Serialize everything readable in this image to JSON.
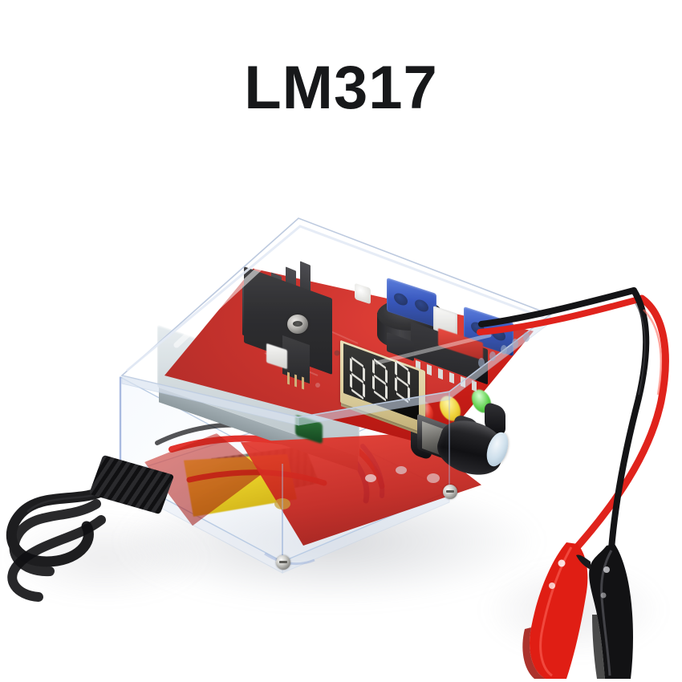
{
  "page": {
    "title": "LM317",
    "background_color": "#ffffff"
  },
  "product": {
    "name": "LM317 adjustable voltage regulator kit",
    "enclosure": "clear acrylic case",
    "pcb_color": "#c41c16",
    "display": {
      "type": "3-digit 7-segment LED",
      "digit_count": 3,
      "state": "off",
      "value": "",
      "body_color": "#d9c992",
      "face_color": "#121211",
      "segment_color": "#efeee6"
    },
    "components": [
      {
        "name": "heatsink",
        "color": "#17171a",
        "label": "black finned heatsink"
      },
      {
        "name": "voltage-regulator",
        "color": "#1a1a1d",
        "label": "TO-220 LM317"
      },
      {
        "name": "electrolytic-capacitor",
        "color": "#1a1a1d",
        "label": "large black capacitor"
      },
      {
        "name": "terminal-block-1",
        "color": "#2346b8",
        "label": "blue screw terminal"
      },
      {
        "name": "terminal-block-2",
        "color": "#2346b8",
        "label": "blue screw terminal"
      },
      {
        "name": "dip-ic-socket",
        "color": "#141417",
        "label": "black DIP IC"
      },
      {
        "name": "transformer-shield",
        "color": "#cfd8dc",
        "label": "silver metal block"
      },
      {
        "name": "transformer",
        "color": "#e8cf28",
        "label": "yellow taped transformer"
      },
      {
        "name": "potentiometer-knob",
        "color": "#1a1a1d",
        "label": "black knob with light cap"
      }
    ],
    "leads": {
      "positive_color": "#e01b1b",
      "negative_color": "#111114",
      "clip_red_label": "red alligator clip",
      "clip_black_label": "black alligator clip"
    },
    "power_cord": {
      "color": "#141416",
      "label": "black AC power cord"
    }
  },
  "display_digits": [
    {
      "id": "digit-1",
      "segments_on": []
    },
    {
      "id": "digit-2",
      "segments_on": []
    },
    {
      "id": "digit-3",
      "segments_on": []
    }
  ]
}
